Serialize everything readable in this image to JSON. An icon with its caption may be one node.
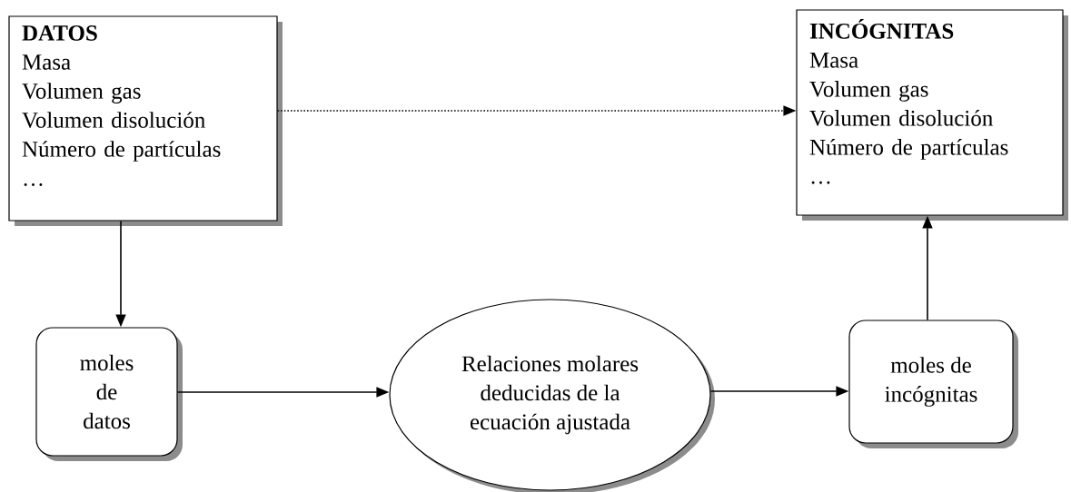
{
  "diagram": {
    "nodes": [
      {
        "text": [
          "DATOS",
          "Masa",
          "Volumen gas",
          "Volumen disolución",
          "Número de partículas",
          "…"
        ]
      },
      {
        "text": [
          "INCÓGNITAS",
          "Masa",
          "Volumen gas",
          "Volumen disolución",
          "Número de partículas",
          "…"
        ]
      },
      {
        "text": [
          "moles de datos"
        ]
      },
      {
        "text": [
          "Relaciones molares deducidas de la ecuación ajustada"
        ]
      },
      {
        "text": [
          "moles de incógnitas"
        ]
      }
    ],
    "edges": [
      {
        "from": 0,
        "to": 1,
        "arrow": "to",
        "style": "dashed"
      },
      {
        "from": 0,
        "to": 2,
        "arrow": "to"
      },
      {
        "from": 2,
        "to": 3,
        "arrow": "to"
      },
      {
        "from": 3,
        "to": 4,
        "arrow": "to"
      },
      {
        "from": 4,
        "to": 1,
        "arrow": "to"
      }
    ]
  }
}
